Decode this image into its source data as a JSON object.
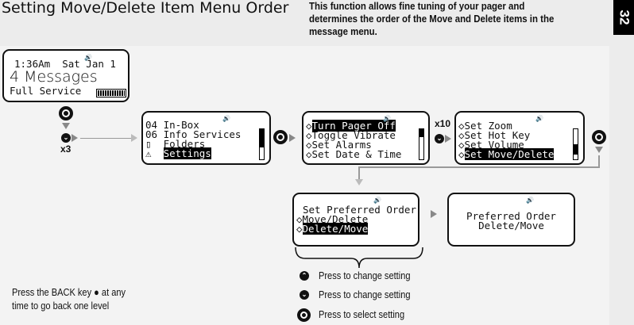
{
  "page": {
    "title": "Setting Move/Delete Item Menu Order",
    "description": "This function allows fine tuning of your pager and determines the order of the Move and Delete items in the message menu.",
    "page_number": "32"
  },
  "screens": {
    "home": {
      "time": "1:36Am  Sat Jan 1",
      "messages": "4 Messages",
      "service": "Full Service"
    },
    "main_menu": {
      "items": [
        "04 In-Box",
        "06 Info Services",
        "Folders",
        "Settings"
      ],
      "selected": "Settings"
    },
    "settings_menu_1": {
      "items": [
        "Turn Pager Off",
        "Toggle Vibrate",
        "Set Alarms",
        "Set Date & Time"
      ],
      "selected": "Turn Pager Off"
    },
    "settings_menu_2": {
      "items": [
        "Set Zoom",
        "Set Hot Key",
        "Set Volume",
        "Set Move/Delete"
      ],
      "selected": "Set Move/Delete"
    },
    "preferred_order": {
      "heading": "Set Preferred Order",
      "options": [
        "Move/Delete",
        "Delete/Move"
      ],
      "selected": "Delete/Move"
    },
    "confirmation": {
      "line1": "Preferred Order",
      "line2": "Delete/Move"
    }
  },
  "steps": {
    "repeat_down_1": "x3",
    "repeat_down_2": "x10"
  },
  "legend": {
    "up": "Press to change setting",
    "down": "Press to change setting",
    "select": "Press to select setting"
  },
  "back_note": {
    "line1": "Press the BACK key ● at any",
    "line2": "time to go back one level"
  },
  "icons": {
    "speaker": "speaker-icon",
    "battery": "battery-icon",
    "folder": "folder-icon",
    "settings": "settings-icon"
  }
}
